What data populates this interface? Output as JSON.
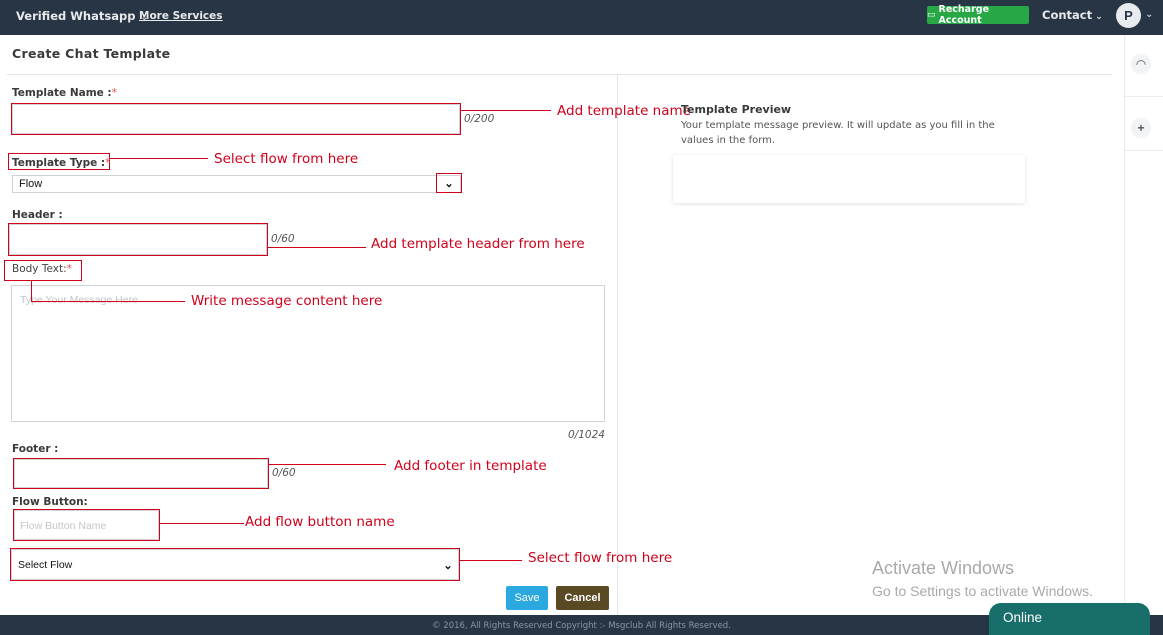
{
  "topbar": {
    "brand": "Verified Whatsapp",
    "more_services": "More Services",
    "recharge_label": "Recharge Account",
    "contact": "Contact",
    "avatar_initial": "P"
  },
  "page": {
    "title": "Create Chat Template"
  },
  "form": {
    "template_name": {
      "label": "Template Name :",
      "required": "*",
      "value": "",
      "counter": "0/200"
    },
    "template_type": {
      "label": "Template Type :",
      "required": "*",
      "selected": "Flow"
    },
    "header": {
      "label": "Header :",
      "value": "",
      "counter": "0/60"
    },
    "body_text": {
      "label": "Body Text:",
      "required": "*",
      "placeholder": "Type Your Message Here",
      "counter": "0/1024"
    },
    "footer": {
      "label": "Footer :",
      "value": "",
      "counter": "0/60"
    },
    "flow_button": {
      "label": "Flow Button:",
      "placeholder": "Flow Button Name"
    },
    "select_flow": {
      "selected": "Select Flow"
    },
    "save_label": "Save",
    "cancel_label": "Cancel"
  },
  "annotations": {
    "template_name": "Add template name",
    "template_type": "Select flow from here",
    "header": "Add template header from here",
    "body": "Write message content here",
    "footer": "Add footer in template",
    "flow_button": "Add flow button name",
    "select_flow": "Select flow from here"
  },
  "preview": {
    "title": "Template Preview",
    "description": "Your template message preview. It will update as you fill in the values in the form."
  },
  "footer": {
    "copyright": "© 2016, All Rights Reserved Copyright :- Msgclub All Rights Reserved."
  },
  "watermark": {
    "line1": "Activate Windows",
    "line2": "Go to Settings to activate Windows."
  },
  "chat_widget": {
    "label": "Online"
  },
  "colors": {
    "topbar": "#283544",
    "annotation": "#d0021b",
    "save": "#2aa8df",
    "cancel": "#5a4a24",
    "recharge": "#28a745",
    "online": "#176e6b"
  },
  "icons": {
    "rail_top": "headset-icon",
    "rail_add": "plus-icon"
  }
}
